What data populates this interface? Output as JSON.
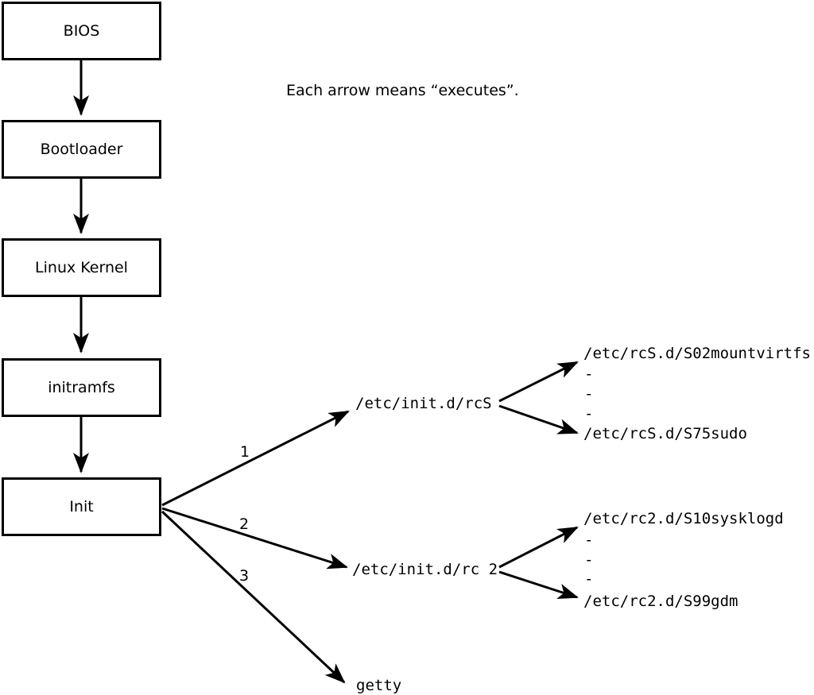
{
  "note": "Each arrow means “executes”.",
  "chain": [
    {
      "label": "BIOS"
    },
    {
      "label": "Bootloader"
    },
    {
      "label": "Linux Kernel"
    },
    {
      "label": "initramfs"
    },
    {
      "label": "Init"
    }
  ],
  "branches": [
    {
      "number": "1",
      "target": "/etc/init.d/rcS",
      "children": [
        "/etc/rcS.d/S02mountvirtfs",
        "-",
        "-",
        "-",
        "/etc/rcS.d/S75sudo"
      ]
    },
    {
      "number": "2",
      "target": "/etc/init.d/rc 2",
      "children": [
        "/etc/rc2.d/S10sysklogd",
        "-",
        "-",
        "-",
        "/etc/rc2.d/S99gdm"
      ]
    },
    {
      "number": "3",
      "target": "getty",
      "children": []
    }
  ],
  "colors": {
    "ink": "#000000",
    "background": "#ffffff"
  }
}
